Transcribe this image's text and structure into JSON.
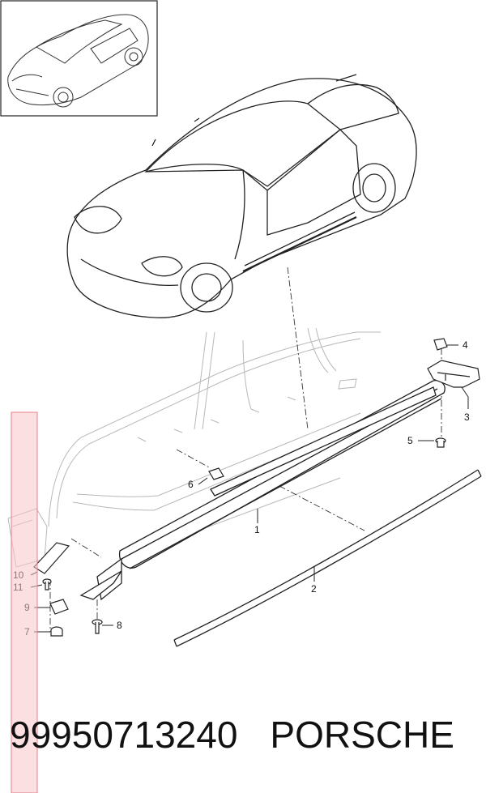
{
  "callouts": [
    {
      "id": "1",
      "text": "1"
    },
    {
      "id": "2",
      "text": "2"
    },
    {
      "id": "3",
      "text": "3"
    },
    {
      "id": "4",
      "text": "4"
    },
    {
      "id": "5",
      "text": "5"
    },
    {
      "id": "6",
      "text": "6"
    },
    {
      "id": "7",
      "text": "7"
    },
    {
      "id": "8",
      "text": "8"
    },
    {
      "id": "9",
      "text": "9"
    },
    {
      "id": "10",
      "text": "10"
    },
    {
      "id": "11",
      "text": "11"
    }
  ],
  "caption": {
    "part_number": "99950713240",
    "brand": "PORSCHE"
  },
  "colors": {
    "line": "#222222",
    "faint_line": "#b8b8b8",
    "highlight_bar": "#f7c4c8",
    "highlight_border": "#e67f88"
  }
}
